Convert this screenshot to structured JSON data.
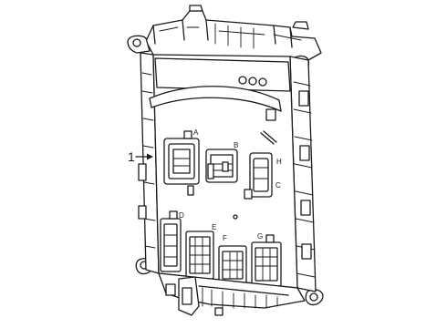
{
  "callout": {
    "number": "1",
    "line_color": "#1a1a1a"
  },
  "connectors": {
    "a": "A",
    "b": "B",
    "c": "C",
    "d": "D",
    "e": "E",
    "f": "F",
    "g": "G",
    "h": "H"
  },
  "colors": {
    "line": "#1a1a1a",
    "background": "#ffffff"
  }
}
